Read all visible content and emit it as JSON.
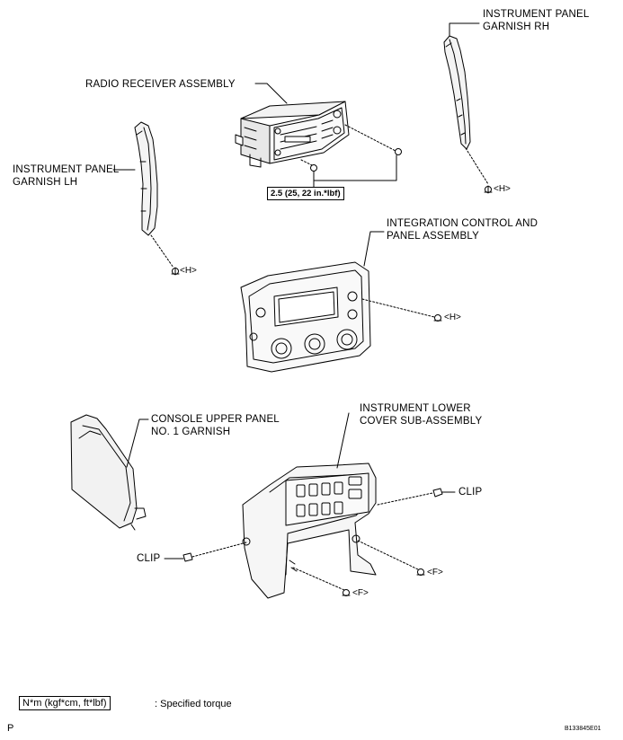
{
  "labels": {
    "ip_garnish_rh_1": "INSTRUMENT PANEL",
    "ip_garnish_rh_2": "GARNISH RH",
    "radio_receiver": "RADIO RECEIVER ASSEMBLY",
    "ip_garnish_lh_1": "INSTRUMENT PANEL",
    "ip_garnish_lh_2": "GARNISH LH",
    "integration_1": "INTEGRATION CONTROL AND",
    "integration_2": "PANEL ASSEMBLY",
    "console_1": "CONSOLE UPPER PANEL",
    "console_2": "NO. 1 GARNISH",
    "lower_cover_1": "INSTRUMENT LOWER",
    "lower_cover_2": "COVER SUB-ASSEMBLY",
    "clip_right": "CLIP",
    "clip_left": "CLIP"
  },
  "fastener_marks": {
    "h_rh": "<H>",
    "h_lh": "<H>",
    "h_integration": "<H>",
    "f_right": "<F>",
    "f_bottom": "<F>"
  },
  "torque_spec": "2.5 (25, 22 in.*lbf)",
  "legend": {
    "box": "N*m (kgf*cm, ft*lbf)",
    "text": ": Specified torque"
  },
  "corner": {
    "left": "P",
    "right": "B133845E01"
  }
}
